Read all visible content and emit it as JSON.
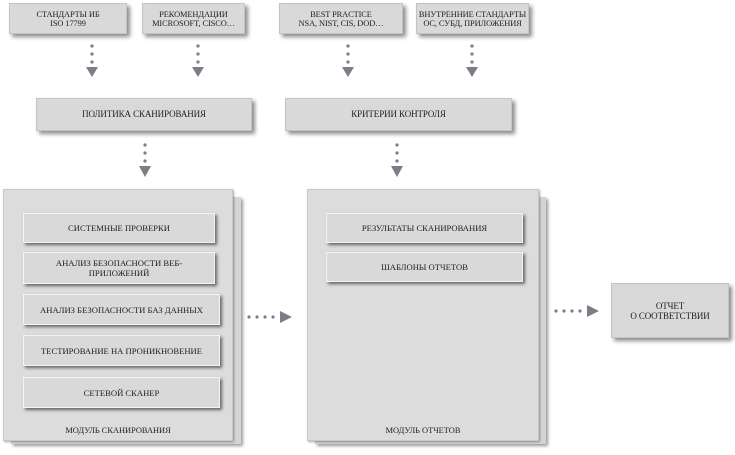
{
  "sources": [
    {
      "line1": "СТАНДАРТЫ ИБ",
      "line2": "ISO 17799"
    },
    {
      "line1": "РЕКОМЕНДАЦИИ",
      "line2": "MICROSOFT, CISCO…"
    },
    {
      "line1": "BEST PRACTICE",
      "line2": "NSA, NIST, CIS, DOD…"
    },
    {
      "line1": "ВНУТРЕННИЕ СТАНДАРТЫ",
      "line2": "ОС, СУБД, ПРИЛОЖЕНИЯ"
    }
  ],
  "policy": {
    "label": "ПОЛИТИКА СКАНИРОВАНИЯ"
  },
  "criteria": {
    "label": "КРИТЕРИИ КОНТРОЛЯ"
  },
  "scan_module": {
    "caption": "МОДУЛЬ СКАНИРОВАНИЯ",
    "items": [
      {
        "line1": "СИСТЕМНЫЕ ПРОВЕРКИ",
        "line2": ""
      },
      {
        "line1": "АНАЛИЗ БЕЗОПАСНОСТИ ВЕБ-",
        "line2": "ПРИЛОЖЕНИЙ"
      },
      {
        "line1": "АНАЛИЗ БЕЗОПАСНОСТИ БАЗ ДАННЫХ",
        "line2": ""
      },
      {
        "line1": "ТЕСТИРОВАНИЕ НА ПРОНИКНОВЕНИЕ",
        "line2": ""
      },
      {
        "line1": "СЕТЕВОЙ СКАНЕР",
        "line2": ""
      }
    ]
  },
  "report_module": {
    "caption": "МОДУЛЬ ОТЧЕТОВ",
    "items": [
      {
        "label": "РЕЗУЛЬТАТЫ СКАНИРОВАНИЯ"
      },
      {
        "label": "ШАБЛОНЫ ОТЧЕТОВ"
      }
    ]
  },
  "output": {
    "line1": "ОТЧЕТ",
    "line2": "О СООТВЕТСТВИИ"
  },
  "colors": {
    "box": "#d9d9d9",
    "connector": "#7a7f85"
  }
}
